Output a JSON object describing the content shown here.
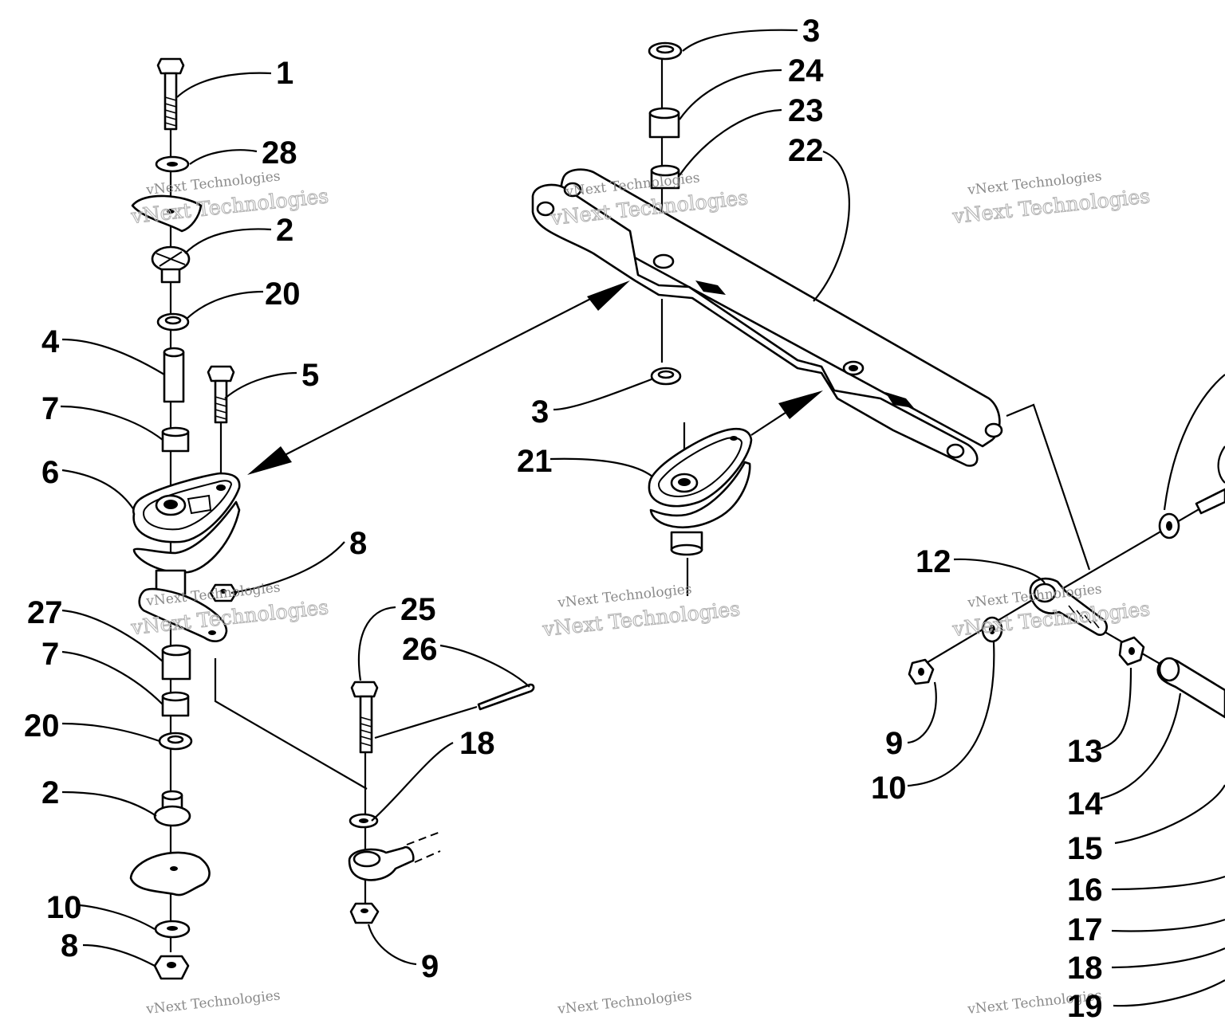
{
  "callouts": [
    {
      "id": "c1",
      "text": "1"
    },
    {
      "id": "c28",
      "text": "28"
    },
    {
      "id": "c2a",
      "text": "2"
    },
    {
      "id": "c20a",
      "text": "20"
    },
    {
      "id": "c4",
      "text": "4"
    },
    {
      "id": "c5",
      "text": "5"
    },
    {
      "id": "c7a",
      "text": "7"
    },
    {
      "id": "c6",
      "text": "6"
    },
    {
      "id": "c8a",
      "text": "8"
    },
    {
      "id": "c27",
      "text": "27"
    },
    {
      "id": "c7b",
      "text": "7"
    },
    {
      "id": "c20b",
      "text": "20"
    },
    {
      "id": "c2b",
      "text": "2"
    },
    {
      "id": "c10a",
      "text": "10"
    },
    {
      "id": "c8b",
      "text": "8"
    },
    {
      "id": "c25",
      "text": "25"
    },
    {
      "id": "c26",
      "text": "26"
    },
    {
      "id": "c18a",
      "text": "18"
    },
    {
      "id": "c9a",
      "text": "9"
    },
    {
      "id": "c3a",
      "text": "3"
    },
    {
      "id": "c24",
      "text": "24"
    },
    {
      "id": "c23",
      "text": "23"
    },
    {
      "id": "c22",
      "text": "22"
    },
    {
      "id": "c3b",
      "text": "3"
    },
    {
      "id": "c21",
      "text": "21"
    },
    {
      "id": "c12",
      "text": "12"
    },
    {
      "id": "c9b",
      "text": "9"
    },
    {
      "id": "c10b",
      "text": "10"
    },
    {
      "id": "c13",
      "text": "13"
    },
    {
      "id": "c14",
      "text": "14"
    },
    {
      "id": "c15",
      "text": "15"
    },
    {
      "id": "c16",
      "text": "16"
    },
    {
      "id": "c17",
      "text": "17"
    },
    {
      "id": "c18b",
      "text": "18"
    },
    {
      "id": "c19",
      "text": "19"
    }
  ],
  "watermark": {
    "line1": "vNext Technologies",
    "line2": "vNext Technologies"
  }
}
